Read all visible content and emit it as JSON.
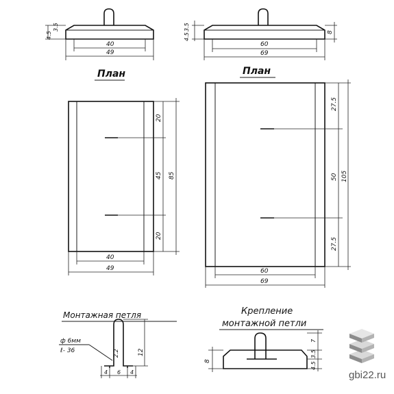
{
  "section_left": {
    "elevation": {
      "h_small_a": "4.5",
      "h_small_b": "3.5",
      "inner_width": "40",
      "outer_width": "49"
    },
    "plan": {
      "title": "План",
      "seg_top": "20",
      "seg_mid": "45",
      "seg_bottom": "20",
      "total_height": "85",
      "inner_width": "40",
      "outer_width": "49"
    }
  },
  "section_right": {
    "elevation": {
      "h_small_a": "4.5",
      "h_small_b": "3.5",
      "h_total": "8",
      "inner_width": "60",
      "outer_width": "69"
    },
    "plan": {
      "title": "План",
      "seg_top": "27.5",
      "seg_mid": "50",
      "seg_bottom": "27.5",
      "total_height": "105",
      "inner_width": "60",
      "outer_width": "69"
    }
  },
  "loop_detail": {
    "title": "Монтажная петля",
    "diameter": "ф 6мм",
    "length": "ℓ- 36",
    "height": "12",
    "radius": "2.2",
    "base_left": "4",
    "base_mid": "6",
    "base_right": "4"
  },
  "fixing_detail": {
    "title_line1": "Крепление",
    "title_line2": "монтажной петли",
    "h_total": "8",
    "h_top": "7",
    "h_mid": "3.5",
    "h_bottom": "4.5"
  },
  "watermark": {
    "text": "gbi22.ru",
    "logo": "stacked-slabs-logo"
  }
}
